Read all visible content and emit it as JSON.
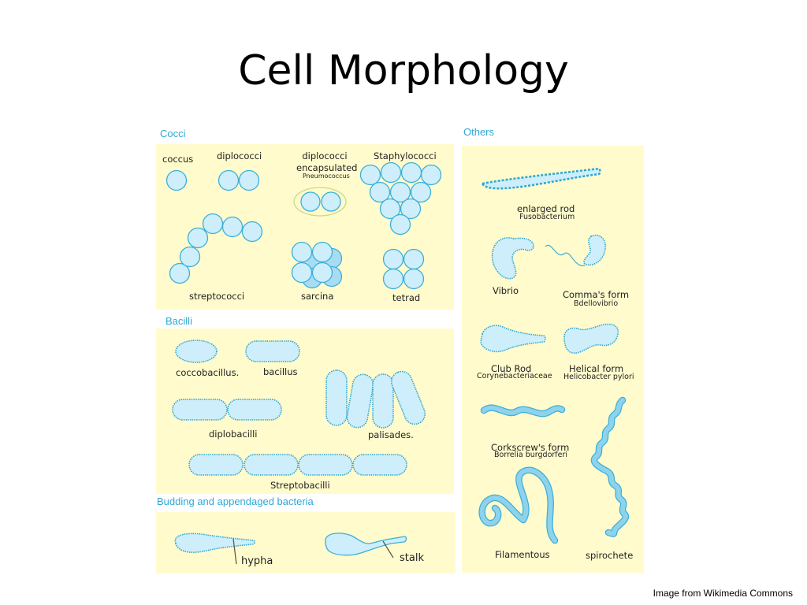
{
  "title": "Cell Morphology",
  "sections": {
    "cocci": "Cocci",
    "others": "Others",
    "bacilli": "Bacilli",
    "budding": "Budding and appendaged bacteria"
  },
  "cocci": {
    "coccus": "coccus",
    "diplococci": "diplococci",
    "encapsulated": "diplococci encapsulated",
    "encapsulated_example": "Pneumococcus",
    "staphylococci": "Staphylococci",
    "streptococci": "streptococci",
    "sarcina": "sarcina",
    "tetrad": "tetrad"
  },
  "bacilli": {
    "coccobacillus": "coccobacillus.",
    "bacillus": "bacillus",
    "diplobacilli": "diplobacilli",
    "palisades": "palisades.",
    "streptobacilli": "Streptobacilli"
  },
  "budding": {
    "hypha": "hypha",
    "stalk": "stalk"
  },
  "others": {
    "enlarged_rod": "enlarged rod",
    "enlarged_rod_example": "Fusobacterium",
    "vibrio": "Vibrio",
    "commas_form": "Comma's form",
    "commas_form_example": "Bdellovibrio",
    "club_rod": "Club Rod",
    "club_rod_example": "Corynebacteriaceae",
    "helical_form": "Helical form",
    "helical_form_example": "Helicobacter pylori",
    "corkscrews_form": "Corkscrew's form",
    "corkscrews_form_example": "Borrelia burgdorferi",
    "filamentous": "Filamentous",
    "spirochete": "spirochete"
  },
  "credit": "Image from Wikimedia Commons",
  "colors": {
    "panel": "#fffbcc",
    "cell_fill": "#cdeefa",
    "cell_stroke": "#3bb0da",
    "section_text": "#31a8d4"
  }
}
